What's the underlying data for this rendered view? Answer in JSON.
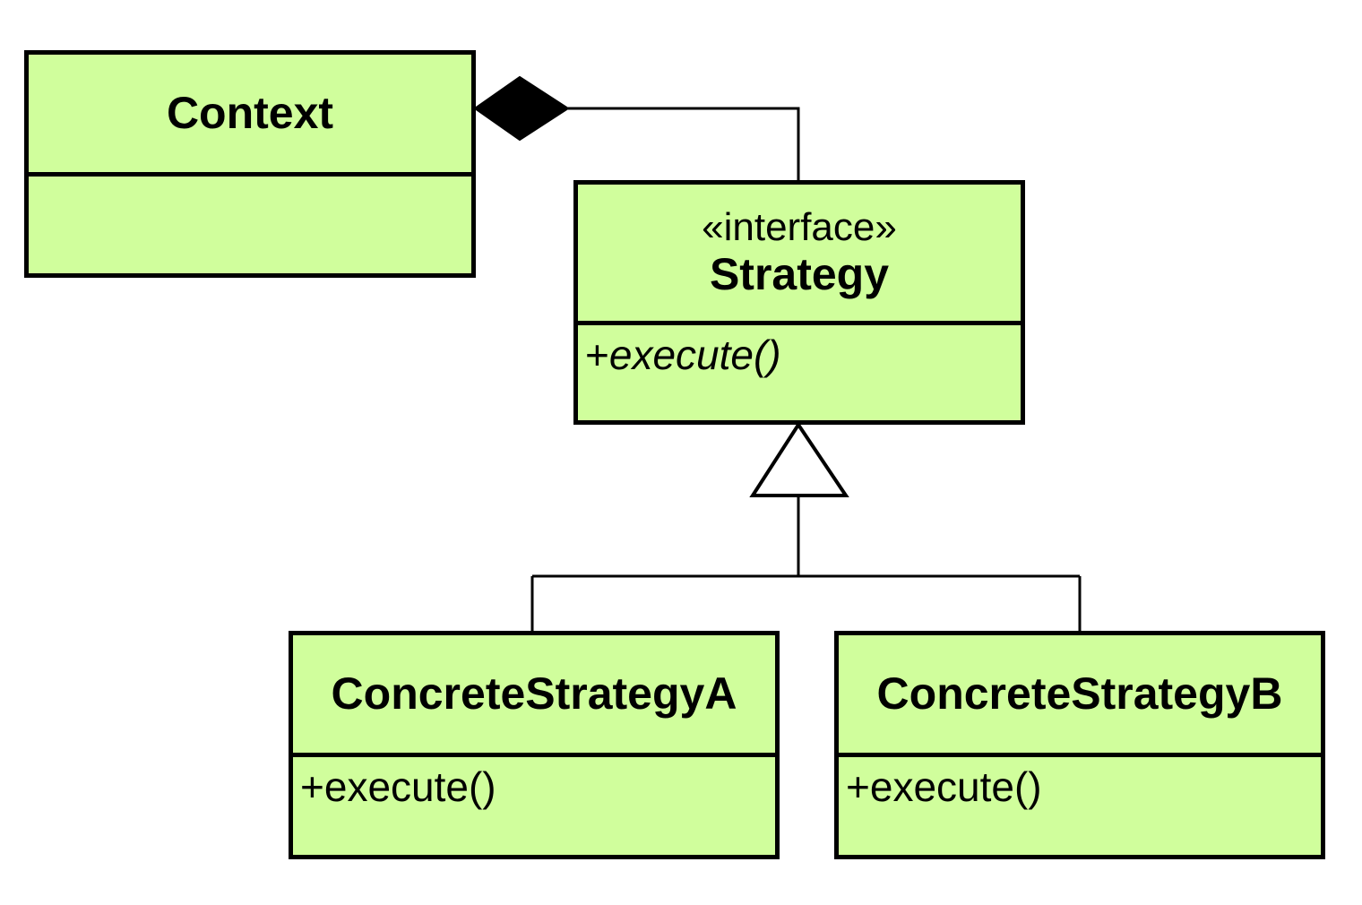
{
  "colors": {
    "class_fill": "#d0fe9c",
    "stroke": "#000000",
    "background": "#ffffff"
  },
  "classes": {
    "context": {
      "name": "Context"
    },
    "strategy": {
      "stereotype": "«interface»",
      "name": "Strategy",
      "operation_sign": "+",
      "operation": "execute()"
    },
    "concrete_a": {
      "name": "ConcreteStrategyA",
      "operation": "+execute()"
    },
    "concrete_b": {
      "name": "ConcreteStrategyB",
      "operation": "+execute()"
    }
  },
  "relationships": [
    {
      "type": "composition",
      "from": "Context",
      "to": "Strategy"
    },
    {
      "type": "realization",
      "from": "ConcreteStrategyA",
      "to": "Strategy"
    },
    {
      "type": "realization",
      "from": "ConcreteStrategyB",
      "to": "Strategy"
    }
  ]
}
